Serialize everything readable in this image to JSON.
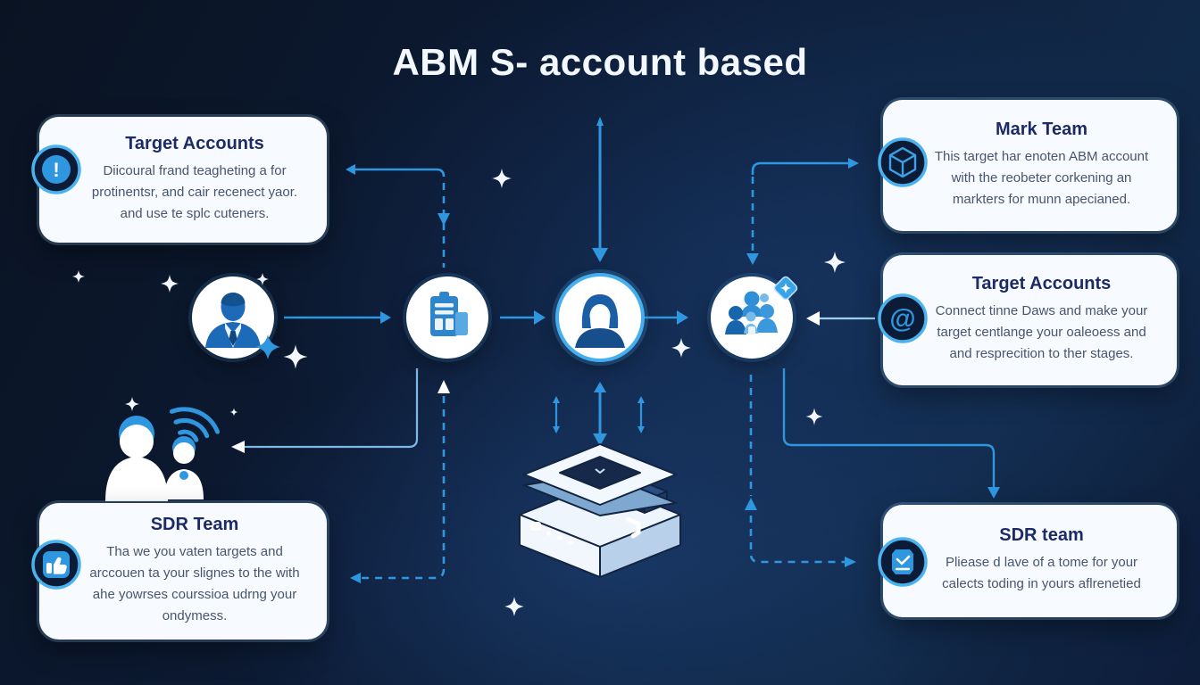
{
  "title": "ABM S- account based",
  "cards": {
    "top_left": {
      "title": "Target Accounts",
      "body": "Diicoural frand teagheting a for protinentsr, and cair recenect yaor. and use te splc cuteners.",
      "icon": "info-icon"
    },
    "top_right": {
      "title": "Mark Team",
      "body": "This target har enoten ABM account with the reobeter corkening an markters for munn apecianed.",
      "icon": "cube-icon"
    },
    "middle_right": {
      "title": "Target Accounts",
      "body": "Connect tinne Daws and make your target centlange your oaleoess and and resprecition to ther stages.",
      "icon": "at-icon"
    },
    "bottom_left": {
      "title": "SDR Team",
      "body": "Tha we you vaten targets and arccouen ta your slignes to the with ahe yowrses courssioa udrng your ondymess.",
      "icon": "thumbs-up-icon"
    },
    "bottom_right": {
      "title": "SDR team",
      "body": "Pliease d lave of a tome for your calects toding in yours aflrenetied",
      "icon": "badge-check-icon"
    }
  },
  "flow_nodes": [
    {
      "icon": "businessman-avatar-icon"
    },
    {
      "icon": "clipboard-icon"
    },
    {
      "icon": "woman-avatar-icon"
    },
    {
      "icon": "team-group-icon"
    }
  ],
  "decor_icons": [
    "people-wifi-icon",
    "isometric-box-icon",
    "sparkle-icon",
    "diamond-star-badge-icon",
    "cursor-star-badge-icon"
  ],
  "colors": {
    "background_navy": "#0c1a33",
    "card_bg": "#f7fbff",
    "accent_blue": "#2f96e0",
    "ring_blue": "#45aeee",
    "title_navy": "#1c2a66",
    "body_text": "#47556e",
    "white": "#ffffff"
  }
}
